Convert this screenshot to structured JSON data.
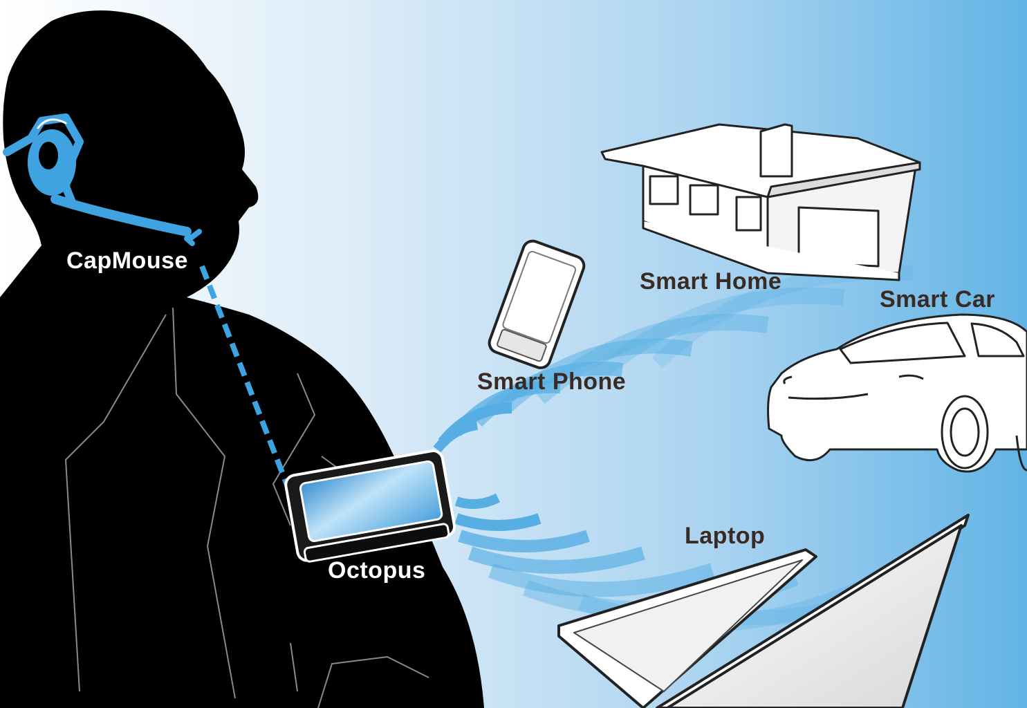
{
  "labels": {
    "capmouse": "CapMouse",
    "octopus": "Octopus",
    "smart_phone": "Smart Phone",
    "smart_home": "Smart Home",
    "smart_car": "Smart Car",
    "laptop": "Laptop"
  },
  "colors": {
    "accent_blue": "#3ea3e0",
    "wave_blue": "#4aa9e2",
    "silhouette": "#000000",
    "label_dark": "#3a2a24",
    "label_light": "#ffffff",
    "bg_left": "#ffffff",
    "bg_right": "#6ab8e6"
  },
  "icons": [
    "person-silhouette",
    "capmouse-headset-icon",
    "octopus-device-icon",
    "smartphone-icon",
    "house-icon",
    "car-icon",
    "laptop-icon",
    "wireless-waves-icon"
  ]
}
